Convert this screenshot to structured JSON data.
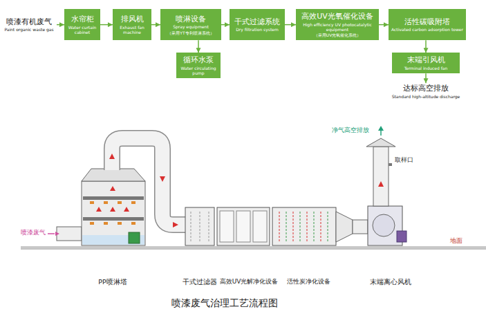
{
  "diagram": {
    "caption": "喷漆废气治理工艺流程图",
    "nodes": [
      {
        "text": [
          "喷漆有机废气",
          "Paint organic waste gas"
        ]
      },
      {
        "text": [
          "水帘柜",
          "Water curtain cabinet"
        ]
      },
      {
        "text": [
          "排风机",
          "Exhaust fan machine"
        ]
      },
      {
        "text": [
          "喷淋设备",
          "Spray equipment",
          "（采用YT专利喷淋系统）"
        ]
      },
      {
        "text": [
          "干式过滤系统",
          "Dry filtration system"
        ]
      },
      {
        "text": [
          "高效UV光氧催化设备",
          "High efficiency UV photocatalytic equipment",
          "（采用UV光氧催化系统）"
        ]
      },
      {
        "text": [
          "活性碳吸附塔",
          "Activated carbon adsorption tower"
        ]
      },
      {
        "text": [
          "循环水泵",
          "Water circulating pump"
        ]
      },
      {
        "text": [
          "末端引风机",
          "Terminal induced fan"
        ]
      },
      {
        "text": [
          "达标高空排放",
          "Standard high-altitude discharge"
        ]
      }
    ],
    "edges": [
      {
        "from": 0,
        "to": 1,
        "arrow": "to"
      },
      {
        "from": 1,
        "to": 2,
        "arrow": "to"
      },
      {
        "from": 2,
        "to": 3,
        "arrow": "to"
      },
      {
        "from": 3,
        "to": 4,
        "arrow": "to"
      },
      {
        "from": 4,
        "to": 5,
        "arrow": "to"
      },
      {
        "from": 5,
        "to": 6,
        "arrow": "to"
      },
      {
        "from": 3,
        "to": 7,
        "arrow": "to"
      },
      {
        "from": 6,
        "to": 8,
        "arrow": "to"
      },
      {
        "from": 8,
        "to": 9,
        "arrow": "to"
      }
    ],
    "labels": [
      "喷漆废气",
      "净气高空排放",
      "取样口",
      "地面",
      "PP喷淋塔",
      "干式过滤器",
      "高效UV光解净化设备",
      "活性炭净化设备",
      "末端离心风机"
    ]
  }
}
